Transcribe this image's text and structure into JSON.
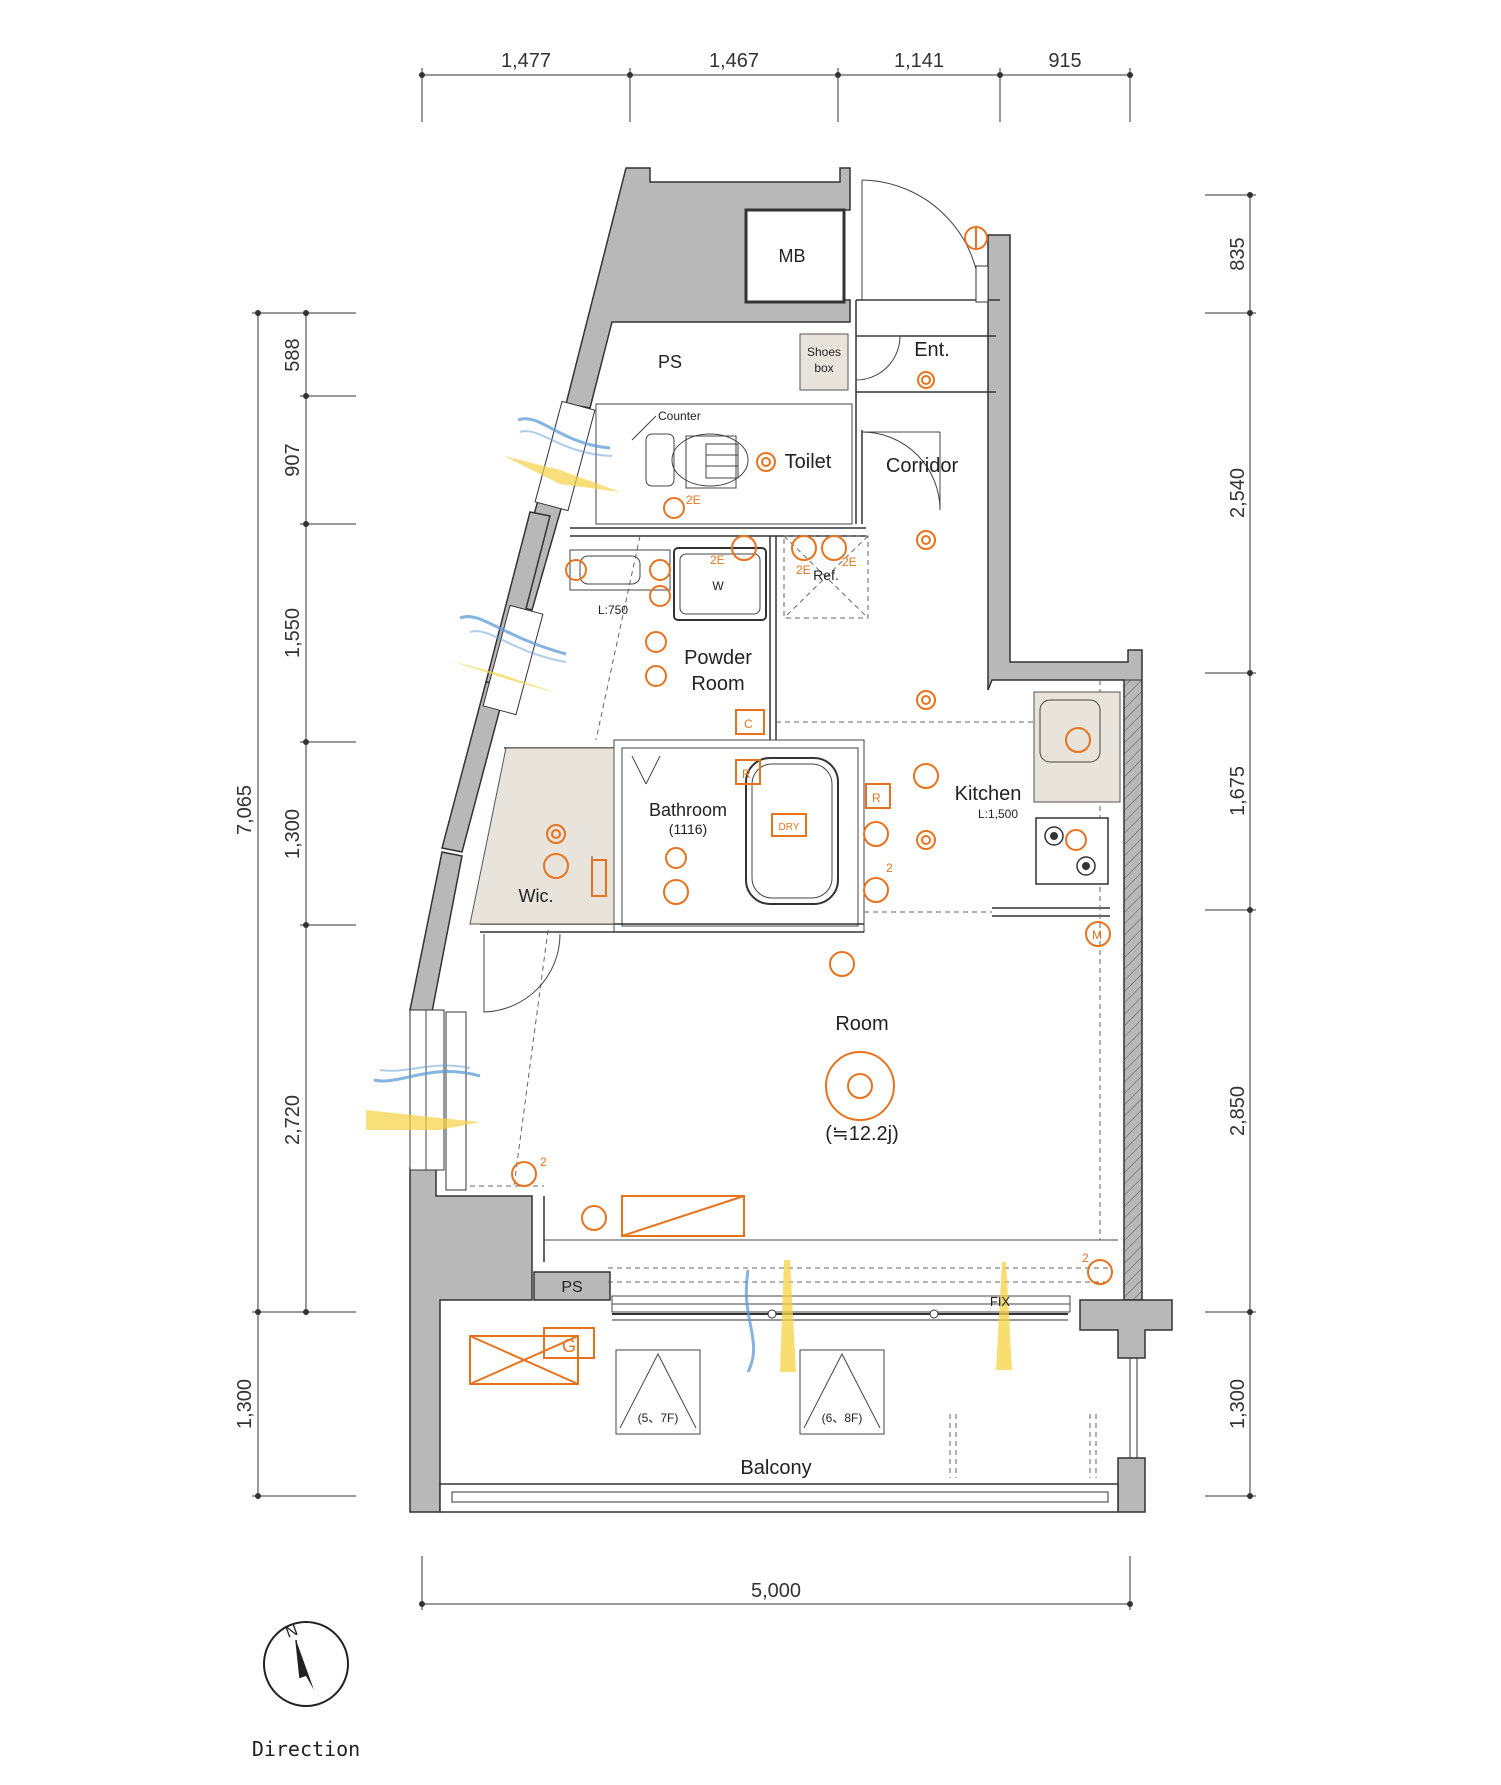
{
  "dimensions": {
    "top": [
      "1,477",
      "1,467",
      "1,141",
      "915"
    ],
    "left_total": "7,065",
    "left": [
      "588",
      "907",
      "1,550",
      "1,300",
      "2,720",
      "1,300"
    ],
    "right": [
      "835",
      "2,540",
      "1,675",
      "2,850",
      "1,300"
    ],
    "bottom": "5,000"
  },
  "rooms": {
    "mb": "MB",
    "ps_top": "PS",
    "shoes_box_line1": "Shoes",
    "shoes_box_line2": "box",
    "entrance": "Ent.",
    "corridor": "Corridor",
    "toilet": "Toilet",
    "counter": "Counter",
    "powder_line1": "Powder",
    "powder_line2": "Room",
    "washer": "W",
    "counter_length": "L:750",
    "refrigerator": "Ref.",
    "bathroom": "Bathroom",
    "bathroom_size": "(1116)",
    "dry": "DRY",
    "kitchen": "Kitchen",
    "kitchen_length": "L:1,500",
    "wic": "Wic.",
    "room": "Room",
    "room_size": "(≒12.2j)",
    "ps_bottom": "PS",
    "fix": "FIX",
    "gas_meter": "G",
    "hatch_left": "(5、7F)",
    "hatch_right": "(6、8F)",
    "balcony": "Balcony"
  },
  "symbols": {
    "outlet_2e": "2E",
    "outlet_2": "2",
    "ceiling_c": "C",
    "r_label": "R",
    "m_label": "M"
  },
  "compass": {
    "north": "N",
    "label": "Direction"
  },
  "colors": {
    "wall": "#b8b8b8",
    "equipment": "#e8731f",
    "wind": "#5b9bd5",
    "light": "#f5d142",
    "fixture": "#e9e4db"
  }
}
